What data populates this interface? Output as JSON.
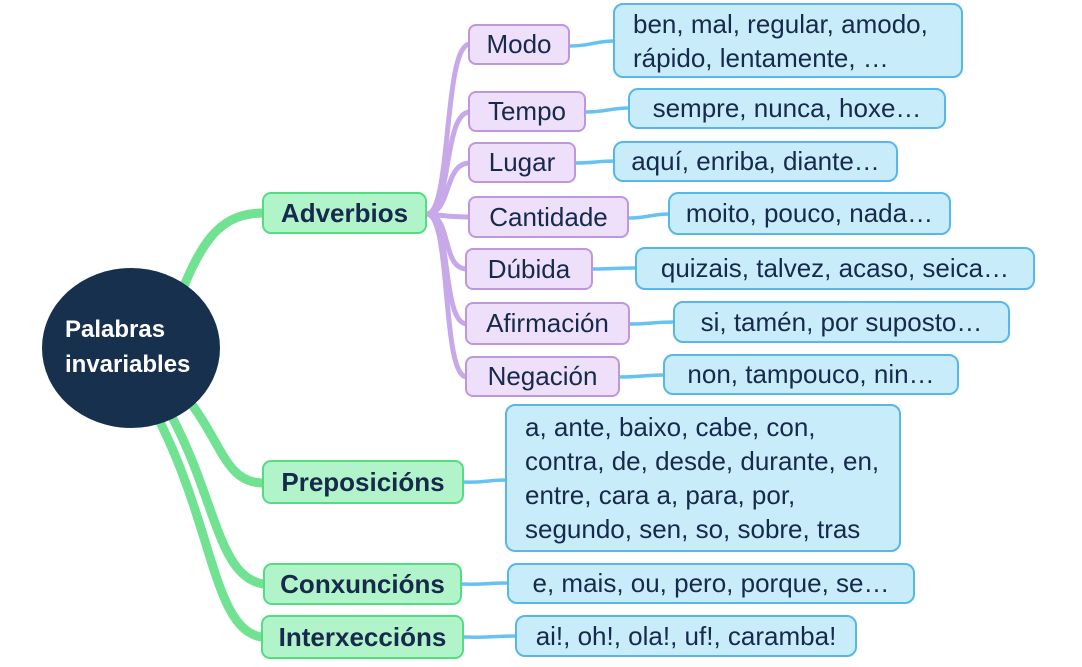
{
  "colors": {
    "background": "#ffffff",
    "center_fill": "#16304e",
    "center_text": "#ffffff",
    "branch_green": "#70e292",
    "green_fill": "#b2f4c9",
    "green_border": "#55dc83",
    "purple_line": "#c7a9ea",
    "purple_fill": "#eedffa",
    "purple_border": "#bf97dd",
    "blue_line": "#66c2f0",
    "blue_fill": "#c8ecfa",
    "blue_border": "#56b7e8",
    "node_text": "#17294d"
  },
  "center": {
    "line1": "Palabras",
    "line2": "invariables"
  },
  "branches": [
    {
      "label": "Adverbios",
      "children": [
        {
          "label": "Modo",
          "examples": "ben, mal, regular, amodo, rápido, lentamente, …"
        },
        {
          "label": "Tempo",
          "examples": "sempre, nunca, hoxe…"
        },
        {
          "label": "Lugar",
          "examples": "aquí, enriba, diante…"
        },
        {
          "label": "Cantidade",
          "examples": "moito, pouco, nada…"
        },
        {
          "label": "Dúbida",
          "examples": "quizais, talvez, acaso, seica…"
        },
        {
          "label": "Afirmación",
          "examples": "si, tamén, por suposto…"
        },
        {
          "label": "Negación",
          "examples": "non, tampouco, nin…"
        }
      ]
    },
    {
      "label": "Preposicións",
      "examples": "a, ante, baixo, cabe, con, contra, de, desde, durante, en, entre, cara a, para, por, segundo, sen, so, sobre, tras"
    },
    {
      "label": "Conxuncións",
      "examples": "e, mais, ou, pero, porque, se…"
    },
    {
      "label": "Interxeccións",
      "examples": "ai!, oh!, ola!, uf!, caramba!"
    }
  ]
}
